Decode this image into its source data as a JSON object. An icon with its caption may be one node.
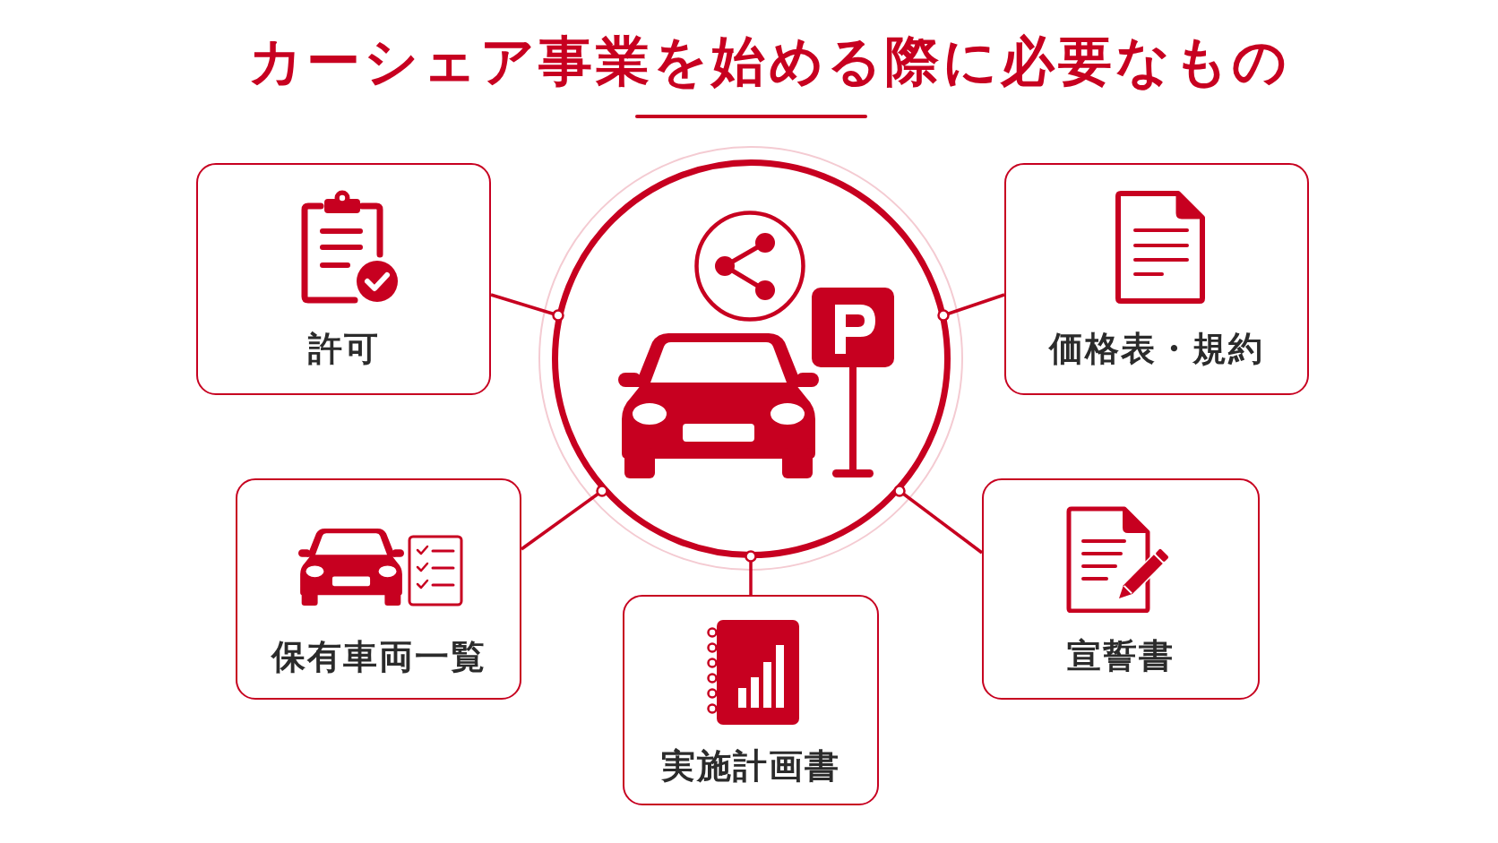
{
  "diagram": {
    "title": "カーシェア事業を始める際に必要なもの",
    "nodes": [
      {
        "text": [
          "許可"
        ]
      },
      {
        "text": [],
        "shape": "circle"
      },
      {
        "text": [
          "価格表・規約"
        ]
      },
      {
        "text": [
          "保有車両一覧"
        ]
      },
      {
        "text": [
          "実施計画書"
        ]
      },
      {
        "text": [
          "宣誓書"
        ]
      }
    ],
    "edges": [
      {
        "from": 1,
        "to": 0,
        "arrow": "other"
      },
      {
        "from": 1,
        "to": 2,
        "arrow": "other"
      },
      {
        "from": 1,
        "to": 3,
        "arrow": "other"
      },
      {
        "from": 1,
        "to": 4,
        "arrow": "other"
      },
      {
        "from": 1,
        "to": 5,
        "arrow": "other"
      }
    ]
  }
}
